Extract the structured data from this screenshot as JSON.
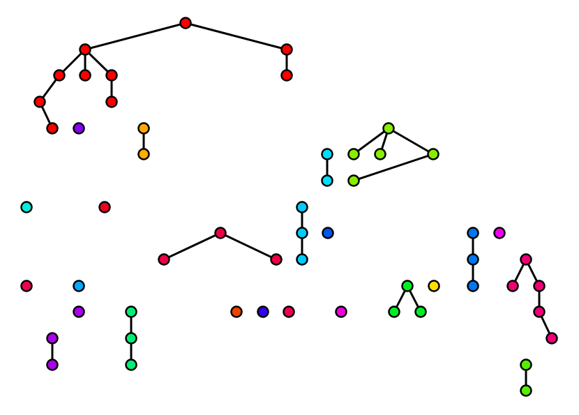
{
  "graph": {
    "nodes": [
      {
        "id": "n1",
        "color": "#ff0000"
      },
      {
        "id": "n2",
        "color": "#ff0000"
      },
      {
        "id": "n3",
        "color": "#ff0000"
      },
      {
        "id": "n4",
        "color": "#ff0000"
      },
      {
        "id": "n5",
        "color": "#ff0000"
      },
      {
        "id": "n6",
        "color": "#ff0000"
      },
      {
        "id": "n7",
        "color": "#ff0000"
      },
      {
        "id": "n8",
        "color": "#ff0000"
      },
      {
        "id": "n9",
        "color": "#ff0000"
      },
      {
        "id": "n10",
        "color": "#ff0000"
      },
      {
        "id": "n11",
        "color": "#8800ff"
      },
      {
        "id": "n12",
        "color": "#ffaa00"
      },
      {
        "id": "n13",
        "color": "#ffaa00"
      },
      {
        "id": "n14",
        "color": "#88ee00"
      },
      {
        "id": "n15",
        "color": "#88ee00"
      },
      {
        "id": "n16",
        "color": "#88ee00"
      },
      {
        "id": "n17",
        "color": "#88ee00"
      },
      {
        "id": "n18",
        "color": "#88ee00"
      },
      {
        "id": "n19",
        "color": "#00ddff"
      },
      {
        "id": "n20",
        "color": "#00ddff"
      },
      {
        "id": "n21",
        "color": "#00eedd"
      },
      {
        "id": "n22",
        "color": "#ee0022"
      },
      {
        "id": "n23",
        "color": "#00ccff"
      },
      {
        "id": "n24",
        "color": "#00ccff"
      },
      {
        "id": "n25",
        "color": "#00ccff"
      },
      {
        "id": "n26",
        "color": "#0055ee"
      },
      {
        "id": "n27",
        "color": "#ee0044"
      },
      {
        "id": "n28",
        "color": "#ee0044"
      },
      {
        "id": "n29",
        "color": "#ee0044"
      },
      {
        "id": "n30",
        "color": "#0077ee"
      },
      {
        "id": "n31",
        "color": "#0077ee"
      },
      {
        "id": "n32",
        "color": "#0077ee"
      },
      {
        "id": "n33",
        "color": "#ee00ee"
      },
      {
        "id": "n34",
        "color": "#ee0077"
      },
      {
        "id": "n35",
        "color": "#ee0077"
      },
      {
        "id": "n36",
        "color": "#ee0077"
      },
      {
        "id": "n37",
        "color": "#ee0077"
      },
      {
        "id": "n38",
        "color": "#ee0077"
      },
      {
        "id": "n39",
        "color": "#ee0055"
      },
      {
        "id": "n40",
        "color": "#00aaff"
      },
      {
        "id": "n41",
        "color": "#aa00ee"
      },
      {
        "id": "n42",
        "color": "#aa00ee"
      },
      {
        "id": "n43",
        "color": "#aa00ee"
      },
      {
        "id": "n44",
        "color": "#00ee77"
      },
      {
        "id": "n45",
        "color": "#00ee77"
      },
      {
        "id": "n46",
        "color": "#00ee77"
      },
      {
        "id": "n47",
        "color": "#ee4400"
      },
      {
        "id": "n48",
        "color": "#3300ee"
      },
      {
        "id": "n49",
        "color": "#ee0055"
      },
      {
        "id": "n50",
        "color": "#ee00dd"
      },
      {
        "id": "n51",
        "color": "#00ee22"
      },
      {
        "id": "n52",
        "color": "#00ee22"
      },
      {
        "id": "n53",
        "color": "#00ee22"
      },
      {
        "id": "n54",
        "color": "#ffdd00"
      },
      {
        "id": "n55",
        "color": "#55ee00"
      },
      {
        "id": "n56",
        "color": "#55ee00"
      }
    ],
    "edges": [
      [
        "n1",
        "n2"
      ],
      [
        "n1",
        "n3"
      ],
      [
        "n2",
        "n4"
      ],
      [
        "n2",
        "n5"
      ],
      [
        "n2",
        "n6"
      ],
      [
        "n3",
        "n7"
      ],
      [
        "n4",
        "n8"
      ],
      [
        "n8",
        "n9"
      ],
      [
        "n6",
        "n10"
      ],
      [
        "n12",
        "n13"
      ],
      [
        "n14",
        "n15"
      ],
      [
        "n14",
        "n16"
      ],
      [
        "n14",
        "n17"
      ],
      [
        "n17",
        "n18"
      ],
      [
        "n19",
        "n20"
      ],
      [
        "n23",
        "n24"
      ],
      [
        "n24",
        "n25"
      ],
      [
        "n27",
        "n28"
      ],
      [
        "n27",
        "n29"
      ],
      [
        "n30",
        "n31"
      ],
      [
        "n31",
        "n32"
      ],
      [
        "n34",
        "n35"
      ],
      [
        "n34",
        "n36"
      ],
      [
        "n36",
        "n37"
      ],
      [
        "n37",
        "n38"
      ],
      [
        "n42",
        "n43"
      ],
      [
        "n44",
        "n45"
      ],
      [
        "n45",
        "n46"
      ],
      [
        "n51",
        "n52"
      ],
      [
        "n51",
        "n53"
      ],
      [
        "n55",
        "n56"
      ]
    ]
  }
}
